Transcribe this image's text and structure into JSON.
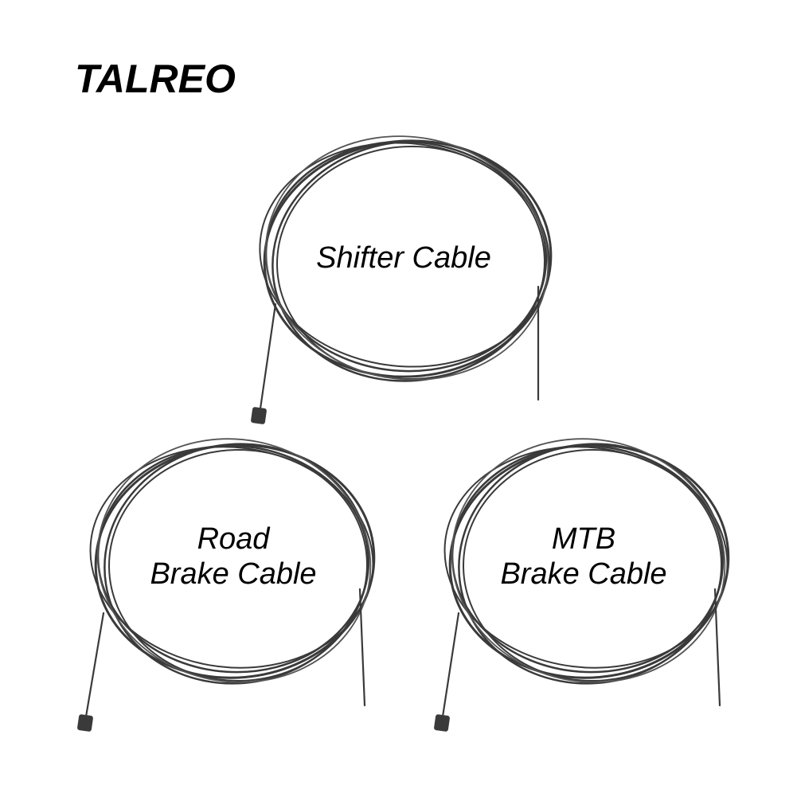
{
  "brand": {
    "name": "TALREO"
  },
  "cables": [
    {
      "id": "shifter",
      "lines": [
        "Shifter Cable"
      ]
    },
    {
      "id": "road",
      "lines": [
        "Road",
        "Brake Cable"
      ]
    },
    {
      "id": "mtb",
      "lines": [
        "MTB",
        "Brake Cable"
      ]
    }
  ],
  "colors": {
    "background": "#ffffff",
    "cable": "#3a3a3a",
    "cable_highlight": "#6a6a6a",
    "text": "#000000"
  }
}
